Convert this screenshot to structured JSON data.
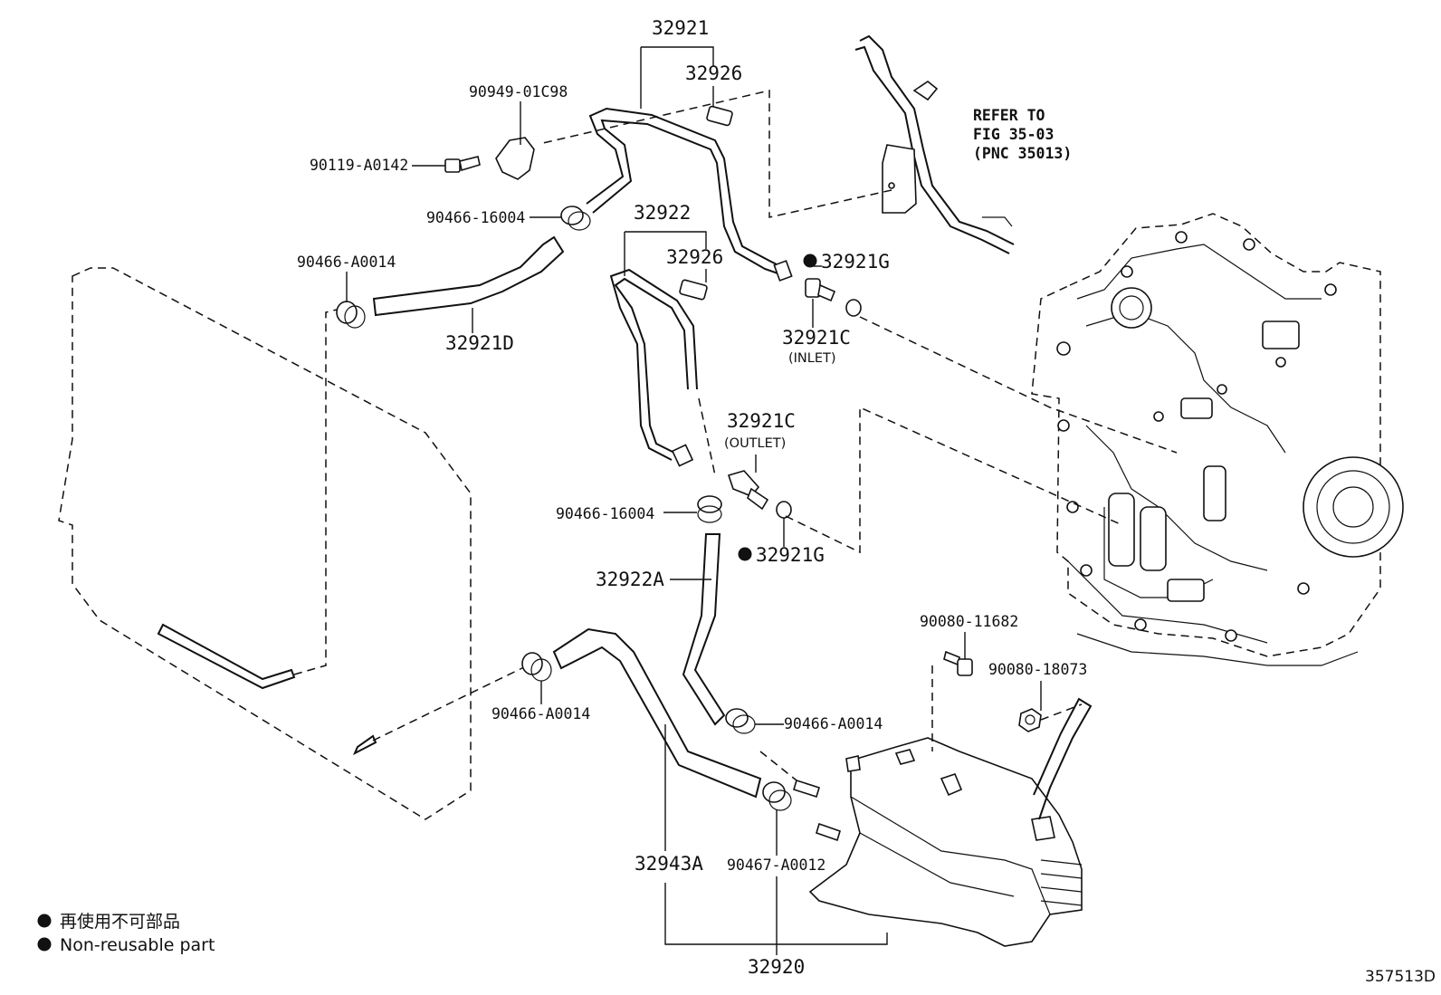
{
  "figure": {
    "id": "357513D",
    "refer": {
      "line1": "REFER TO",
      "line2": "FIG 35-03",
      "line3": "(PNC 35013)"
    }
  },
  "legend": {
    "items": [
      {
        "symbol": "filled-dot",
        "text": "再使用不可部品"
      },
      {
        "symbol": "filled-dot",
        "text": "Non-reusable part"
      }
    ]
  },
  "labels": {
    "p32921": "32921",
    "p32926_top": "32926",
    "p90949": "90949-01C98",
    "p90119": "90119-A0142",
    "p90466_16004_top": "90466-16004",
    "p90466_A0014_left": "90466-A0014",
    "p32921D": "32921D",
    "p32922": "32922",
    "p32926_mid": "32926",
    "p32921G_top": "32921G",
    "p32921C_inlet": "32921C",
    "inlet_note": "(INLET)",
    "p32921C_outlet": "32921C",
    "outlet_note": "(OUTLET)",
    "p90466_16004_mid": "90466-16004",
    "p32921G_mid": "32921G",
    "p32922A": "32922A",
    "p90080_11682": "90080-11682",
    "p90080_18073": "90080-18073",
    "p90466_A0014_right": "90466-A0014",
    "p90466_A0014_low": "90466-A0014",
    "p32943A": "32943A",
    "p90467_A0012": "90467-A0012",
    "p32920": "32920"
  }
}
